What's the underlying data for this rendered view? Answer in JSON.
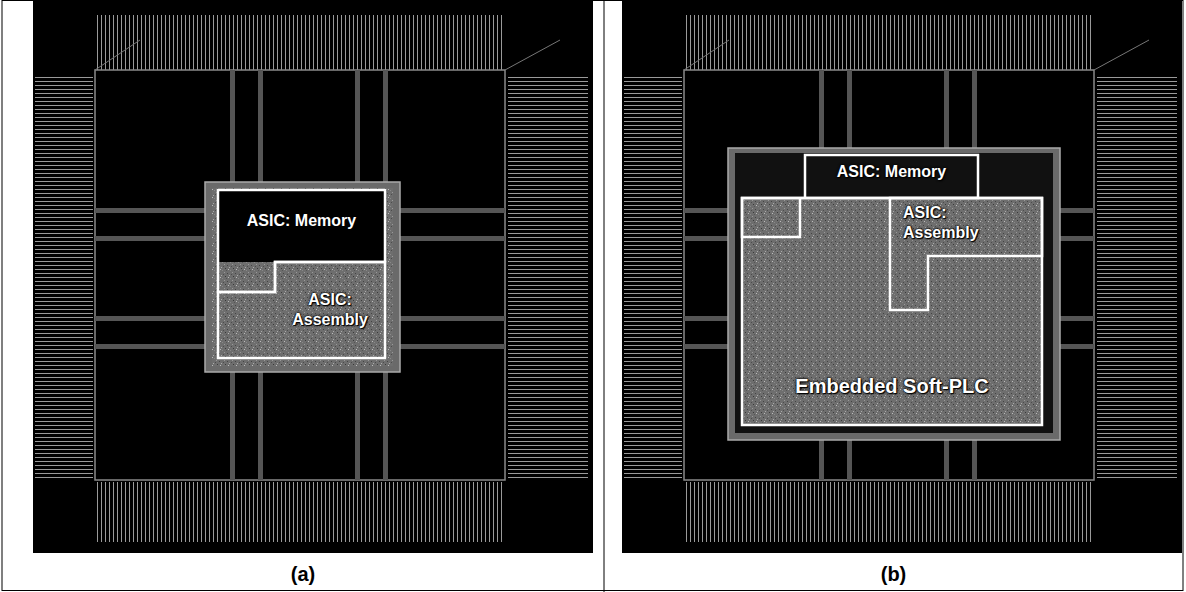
{
  "diagram": {
    "nodes": [
      {
        "text": [
          "(a)"
        ]
      },
      {
        "text": [
          "ASIC: Memory"
        ],
        "in": 0
      },
      {
        "text": [
          "ASIC: Assembly"
        ],
        "in": 0
      },
      {
        "text": [
          "(b)"
        ]
      },
      {
        "text": [
          "ASIC: Memory"
        ],
        "in": 3
      },
      {
        "text": [
          "ASIC: Assembly"
        ],
        "in": 3
      },
      {
        "text": [
          "Embedded Soft-PLC"
        ],
        "in": 3
      }
    ]
  }
}
